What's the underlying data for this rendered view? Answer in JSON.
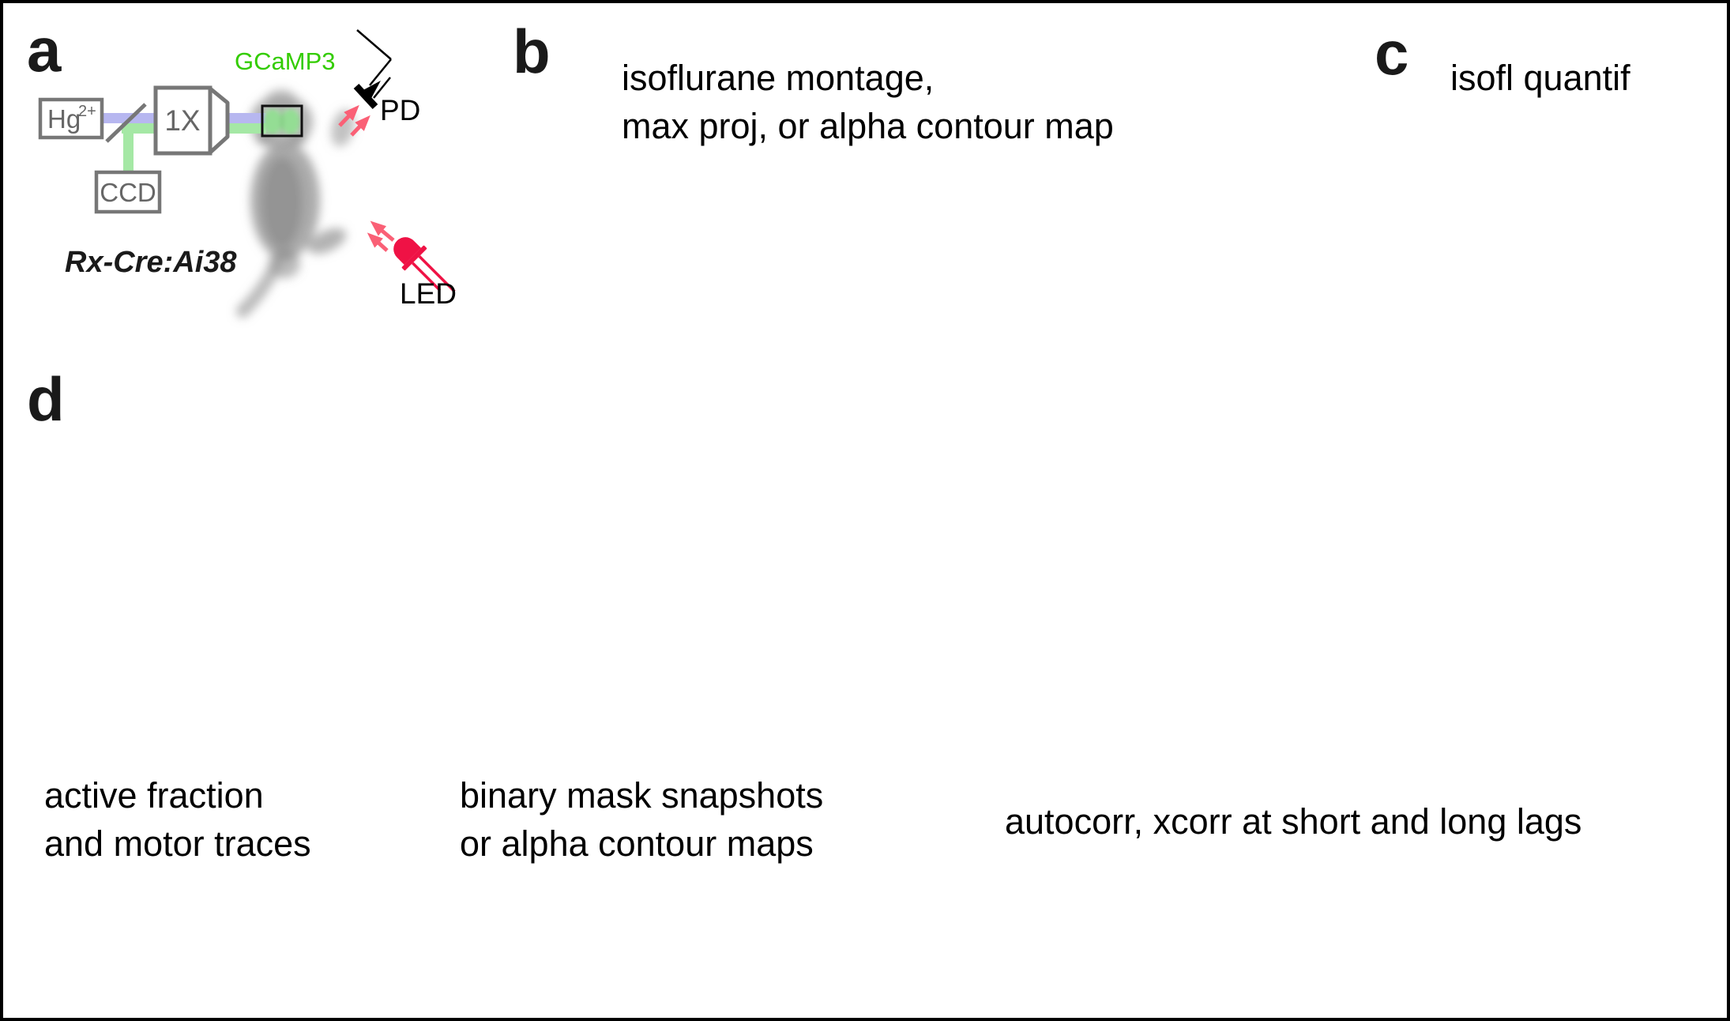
{
  "figure_type": "multi-panel methods figure",
  "colors": {
    "gcamp_green": "#33cc00",
    "beam_blue": "#b7b7f0",
    "beam_green": "#a5e8a5",
    "brain_green": "#8fe08f",
    "signal_pink": "#fa6076",
    "led_red": "#ef1245",
    "box_gray": "#777777",
    "box_text_gray": "#666666",
    "border_black": "#000000"
  },
  "panel_a": {
    "label": "a",
    "gcamp_label": "GCaMP3",
    "lamp_label": "Hg",
    "lamp_label_sup": "2+",
    "objective_label": "1X",
    "camera_label": "CCD",
    "photodiode_label": "PD",
    "led_label": "LED",
    "genotype_label": "Rx-Cre:Ai38"
  },
  "panel_b": {
    "label": "b",
    "caption_line1": "isoflurane montage,",
    "caption_line2": "max proj, or alpha contour map"
  },
  "panel_c": {
    "label": "c",
    "caption": "isofl quantif"
  },
  "panel_d": {
    "label": "d",
    "left_caption_line1": "active fraction",
    "left_caption_line2": "and motor traces",
    "middle_caption_line1": "binary mask snapshots",
    "middle_caption_line2": "or alpha contour maps",
    "right_caption": "autocorr, xcorr at short and long lags"
  }
}
